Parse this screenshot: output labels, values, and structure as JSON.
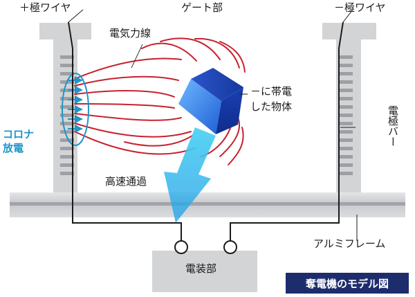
{
  "labels": {
    "plus_wire": "＋極ワイヤ",
    "gate": "ゲート部",
    "minus_wire": "－極ワイヤ",
    "field_lines": "電気力線",
    "charged_line1": "－に帯電",
    "charged_line2": "した物体",
    "corona_line1": "コロナ",
    "corona_line2": "放電",
    "electrode_bar": "電極バー",
    "high_speed": "高速通過",
    "frame": "アルミフレーム",
    "electrical_unit": "電装部",
    "title": "奪電機のモデル図"
  },
  "colors": {
    "frame_gray": "#d3d4d6",
    "field_red": "#c8202f",
    "corona_blue": "#1f95c8",
    "title_bg": "#1d2d6c"
  }
}
